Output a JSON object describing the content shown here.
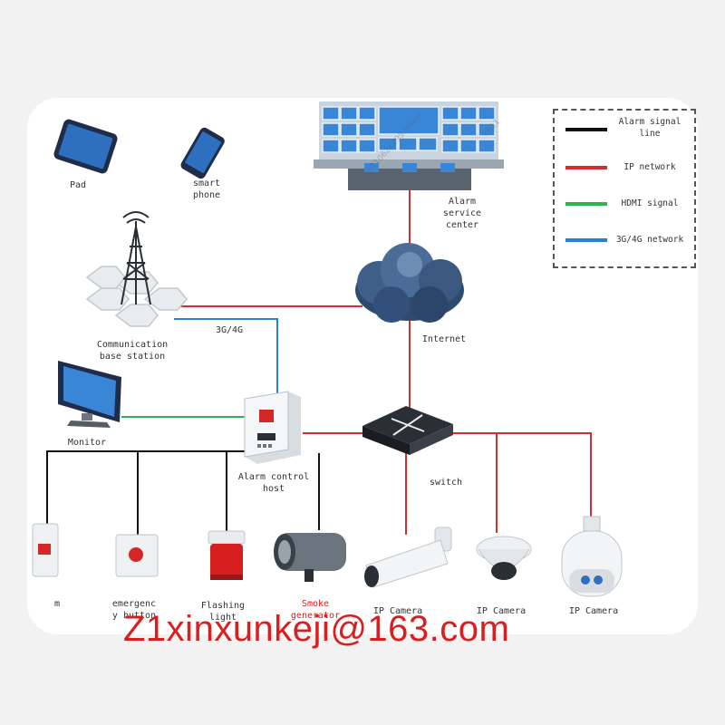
{
  "legend": {
    "items": [
      {
        "label": "Alarm signal\nline",
        "color": "#111111"
      },
      {
        "label": "IP network",
        "color": "#d03030"
      },
      {
        "label": "HDMI signal",
        "color": "#2bb552"
      },
      {
        "label": "3G/4G network",
        "color": "#2a7fd4"
      }
    ]
  },
  "labels": {
    "pad": "Pad",
    "smartphone": "smart\nphone",
    "alarm_service_center": "Alarm\nservice\ncenter",
    "network_3g4g": "3G/4G",
    "internet": "Internet",
    "base_station": "Communication\nbase station",
    "monitor": "Monitor",
    "alarm_control_host": "Alarm control\nhost",
    "switch": "switch",
    "alarm_button": "m",
    "emergency_button": "emergenc\ny button",
    "flashing_light": "Flashing\nlight",
    "smoke_generator": "Smoke\ngenerator",
    "ip_camera_1": "IP Camera",
    "ip_camera_2": "IP Camera",
    "ip_camera_3": "IP Camera"
  },
  "watermarks": [
    "cn1106262952mvm",
    "cn11"
  ],
  "footer": {
    "email": "Z1xinxunkeji@163.com"
  },
  "colors": {
    "ip": "#d03030",
    "hdmi": "#2bb552",
    "cellular": "#2a7fd4",
    "alarm": "#111111",
    "accent_text": "#d81e1e"
  }
}
